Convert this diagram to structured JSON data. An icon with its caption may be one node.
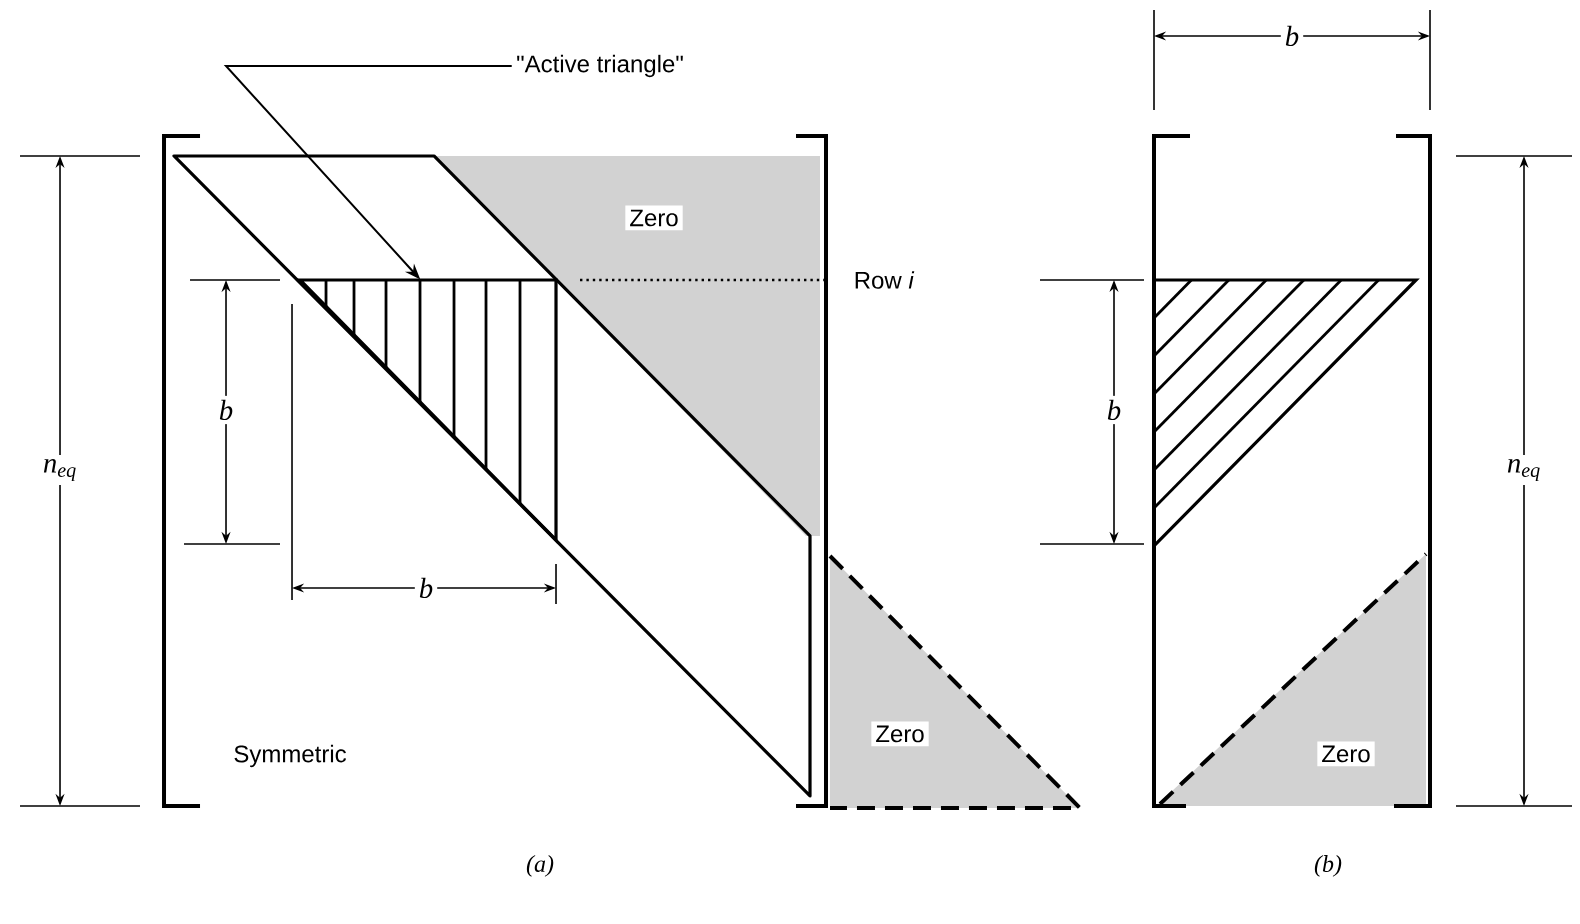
{
  "diagram": {
    "nodes": [
      {
        "text": [
          "\"Active triangle\""
        ]
      },
      {
        "text": [],
        "shape": "triangle"
      }
    ],
    "edges": [
      {
        "from": 0,
        "to": 1,
        "arrow": "to"
      }
    ],
    "labels": [
      "b",
      "Zero",
      "Row *i*",
      "*n*$_{eq}$",
      "b",
      "b",
      "*n*$_{eq}$",
      "b",
      "Zero",
      "Zero",
      "Symmetric",
      "(a)",
      "(b)"
    ]
  }
}
